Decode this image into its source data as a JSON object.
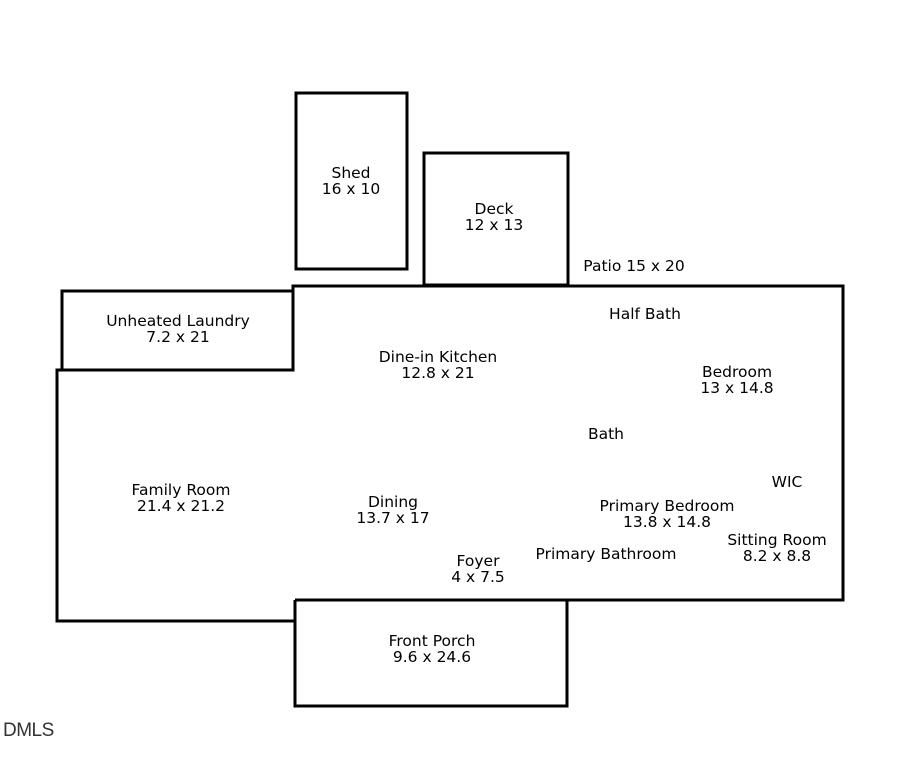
{
  "floorplan": {
    "rooms": [
      {
        "id": "shed",
        "name": "Shed",
        "dims": "16 x 10"
      },
      {
        "id": "deck",
        "name": "Deck",
        "dims": "12 x 13"
      },
      {
        "id": "patio",
        "name": "Patio 15 x 20",
        "dims": ""
      },
      {
        "id": "laundry",
        "name": "Unheated Laundry",
        "dims": "7.2 x 21"
      },
      {
        "id": "half_bath",
        "name": "Half Bath",
        "dims": ""
      },
      {
        "id": "kitchen",
        "name": "Dine-in Kitchen",
        "dims": "12.8 x 21"
      },
      {
        "id": "bedroom",
        "name": "Bedroom",
        "dims": "13 x 14.8"
      },
      {
        "id": "bath",
        "name": "Bath",
        "dims": ""
      },
      {
        "id": "family_room",
        "name": "Family Room",
        "dims": "21.4 x 21.2"
      },
      {
        "id": "wic",
        "name": "WIC",
        "dims": ""
      },
      {
        "id": "dining",
        "name": "Dining",
        "dims": "13.7 x 17"
      },
      {
        "id": "primary_bedroom",
        "name": "Primary Bedroom",
        "dims": "13.8 x 14.8"
      },
      {
        "id": "sitting_room",
        "name": "Sitting Room",
        "dims": "8.2 x 8.8"
      },
      {
        "id": "foyer",
        "name": "Foyer",
        "dims": "4 x 7.5"
      },
      {
        "id": "primary_bathroom",
        "name": "Primary Bathroom",
        "dims": ""
      },
      {
        "id": "front_porch",
        "name": "Front Porch",
        "dims": "9.6 x 24.6"
      }
    ]
  },
  "watermark": "DMLS",
  "colors": {
    "wall": "#000000",
    "background": "#ffffff"
  }
}
